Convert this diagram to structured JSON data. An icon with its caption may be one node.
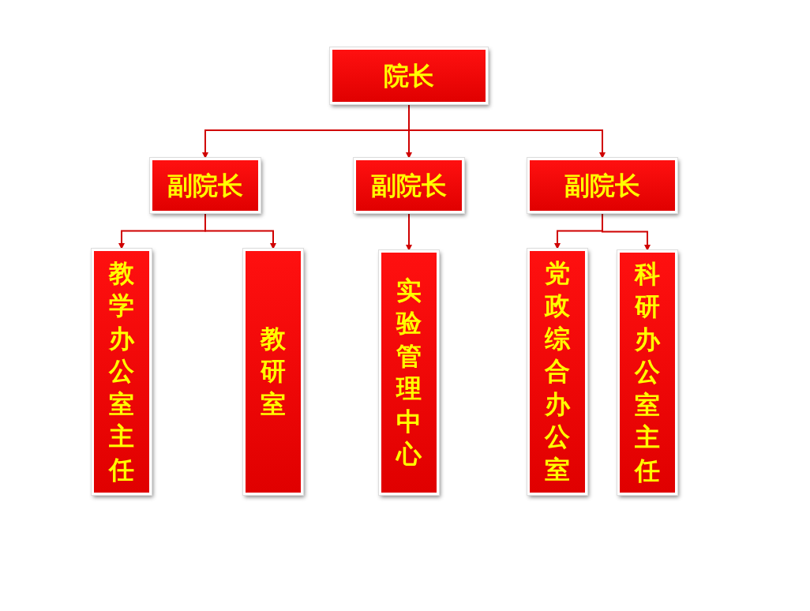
{
  "diagram": {
    "nodes": [
      {
        "text": [
          "院长"
        ]
      },
      {
        "text": [
          "副院长"
        ]
      },
      {
        "text": [
          "副院长"
        ]
      },
      {
        "text": [
          "副院长"
        ]
      },
      {
        "text": [
          "教学办公室主任"
        ]
      },
      {
        "text": [
          "教研室"
        ]
      },
      {
        "text": [
          "实验管理中心"
        ]
      },
      {
        "text": [
          "党政综合办公室"
        ]
      },
      {
        "text": [
          "科研办公室主任"
        ]
      }
    ],
    "edges": [
      {
        "from": 0,
        "to": 1,
        "arrow": "to"
      },
      {
        "from": 0,
        "to": 2,
        "arrow": "to"
      },
      {
        "from": 0,
        "to": 3,
        "arrow": "to"
      },
      {
        "from": 1,
        "to": 4,
        "arrow": "to"
      },
      {
        "from": 1,
        "to": 5,
        "arrow": "to"
      },
      {
        "from": 2,
        "to": 6,
        "arrow": "to"
      },
      {
        "from": 3,
        "to": 7,
        "arrow": "to"
      },
      {
        "from": 3,
        "to": 8,
        "arrow": "to"
      }
    ]
  }
}
